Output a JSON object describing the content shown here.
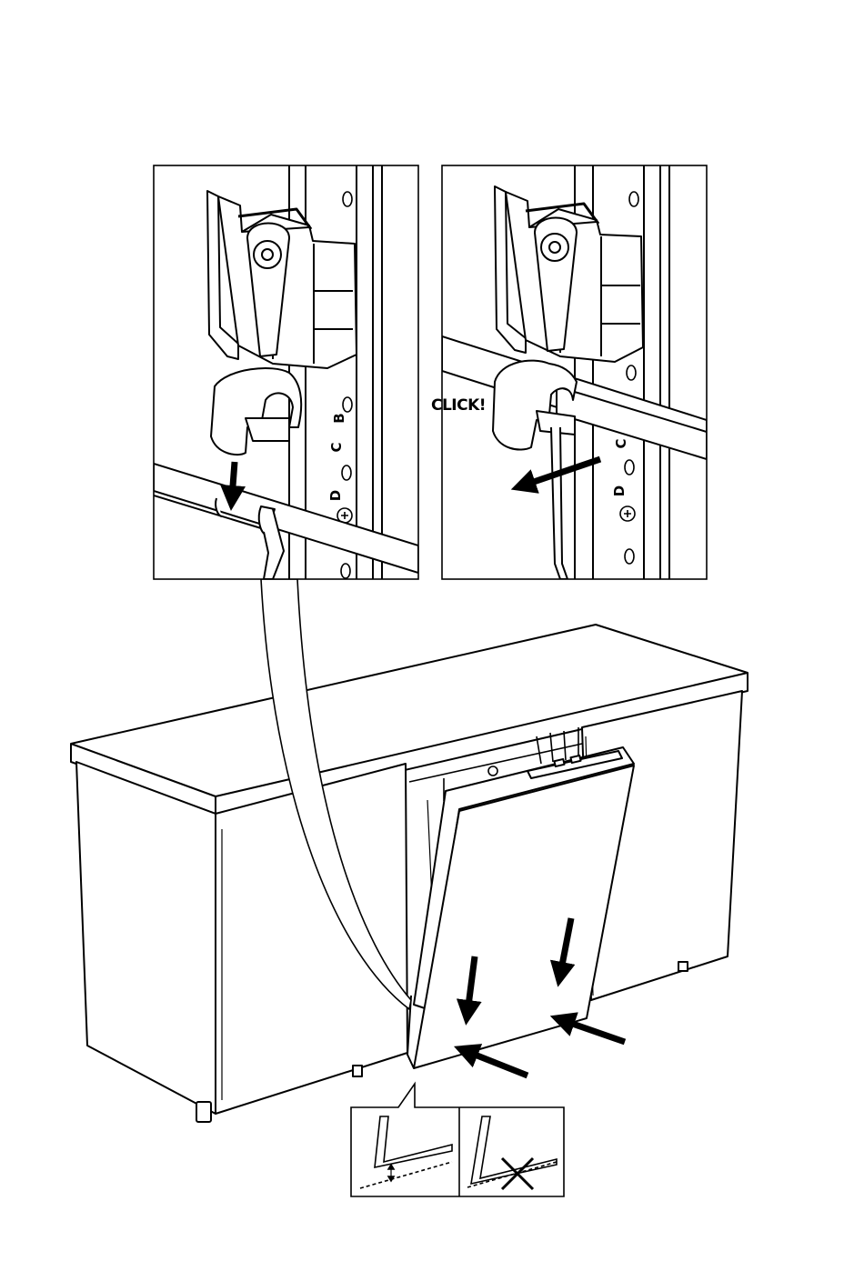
{
  "panel_left": {
    "letters": [
      "B",
      "C",
      "D"
    ]
  },
  "panel_right": {
    "click_text": "CLICK!",
    "letters": [
      "C",
      "D"
    ]
  },
  "bottom_detail": {
    "ok_symbol": "gap-arrow",
    "wrong_symbol": "cross-mark"
  },
  "colors": {
    "line": "#000000",
    "background": "#ffffff"
  }
}
